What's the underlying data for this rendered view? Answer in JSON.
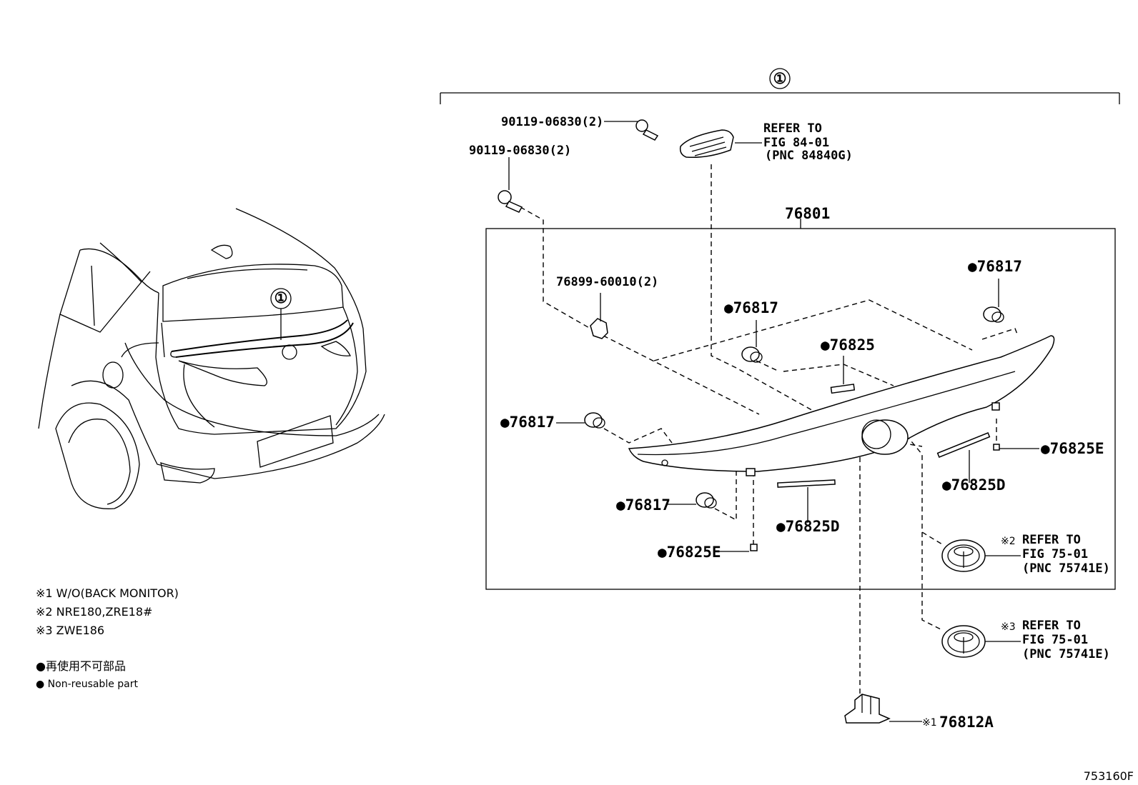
{
  "assembly_marker": "①",
  "car_callout": "①",
  "labels": {
    "screw_top": "90119-06830(2)",
    "screw_left": "90119-06830(2)",
    "refer_top_1": "REFER TO",
    "refer_top_2": "FIG 84-01",
    "refer_top_3": "(PNC 84840G)",
    "main_part": "76801",
    "clip": "76899-60010(2)",
    "p76817_a": "●76817",
    "p76817_b": "●76817",
    "p76817_c": "●76817",
    "p76817_d": "●76817",
    "p76825": "●76825",
    "p76825e_right": "●76825E",
    "p76825e_bottom": "●76825E",
    "p76825d_right": "●76825D",
    "p76825d_bottom": "●76825D",
    "emblem2_mark": "※2",
    "emblem2_1": "REFER TO",
    "emblem2_2": "FIG 75-01",
    "emblem2_3": "(PNC 75741E)",
    "emblem3_mark": "※3",
    "emblem3_1": "REFER TO",
    "emblem3_2": "FIG 75-01",
    "emblem3_3": "(PNC 75741E)",
    "bracket_mark": "※1",
    "bracket_part": "76812A"
  },
  "notes": {
    "n1": "※1 W/O(BACK MONITOR)",
    "n2": "※2 NRE180,ZRE18#",
    "n3": "※3 ZWE186",
    "legend_jp": "●再使用不可部品",
    "legend_en": "● Non-reusable part"
  },
  "figure_code": "753160F"
}
